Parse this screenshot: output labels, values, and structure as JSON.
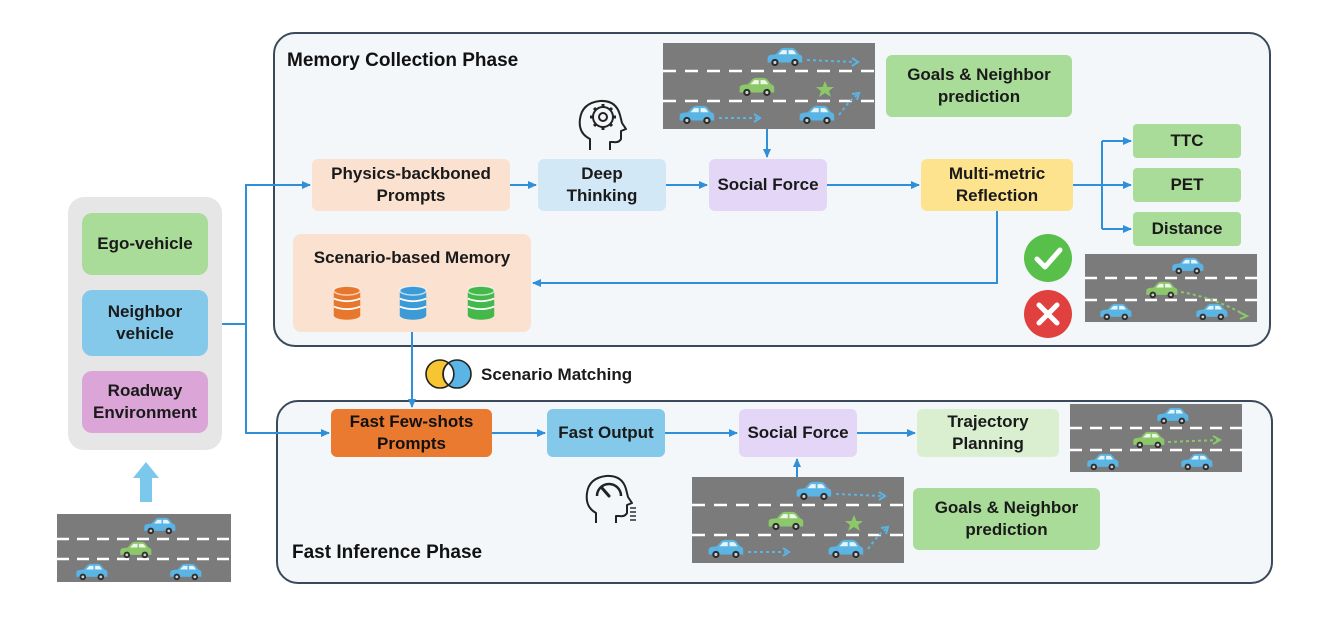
{
  "phases": {
    "memory_title": "Memory Collection Phase",
    "inference_title": "Fast Inference Phase"
  },
  "inputs": {
    "ego": "Ego-vehicle",
    "neighbor": "Neighbor vehicle",
    "roadway": "Roadway Environment"
  },
  "memory_phase": {
    "physics_prompts": "Physics-backboned Prompts",
    "deep_thinking": "Deep Thinking",
    "social_force": "Social Force",
    "multi_metric": "Multi-metric Reflection",
    "goals_prediction": "Goals & Neighbor prediction",
    "metrics": [
      "TTC",
      "PET",
      "Distance"
    ],
    "scenario_memory": "Scenario-based Memory"
  },
  "matching": {
    "label": "Scenario Matching"
  },
  "inference_phase": {
    "fast_prompts": "Fast Few-shots Prompts",
    "fast_output": "Fast Output",
    "social_force": "Social Force",
    "trajectory": "Trajectory Planning",
    "goals_prediction": "Goals & Neighbor prediction"
  },
  "colors": {
    "arrow": "#2f8fd8",
    "road": "#7b7b7b",
    "car_blue": "#5ab4e4",
    "car_green": "#8cc86a",
    "check": "#58c04a",
    "cross": "#e0413f",
    "db_orange": "#e8772e",
    "db_blue": "#3c9ad6",
    "db_green": "#44b84a"
  },
  "icons": {
    "thinking": "head-gear-icon",
    "fast": "head-gauge-icon",
    "check": "check-circle-icon",
    "cross": "x-circle-icon",
    "database": "database-icon",
    "venn": "venn-icon",
    "star": "star-icon",
    "car": "car-icon"
  }
}
